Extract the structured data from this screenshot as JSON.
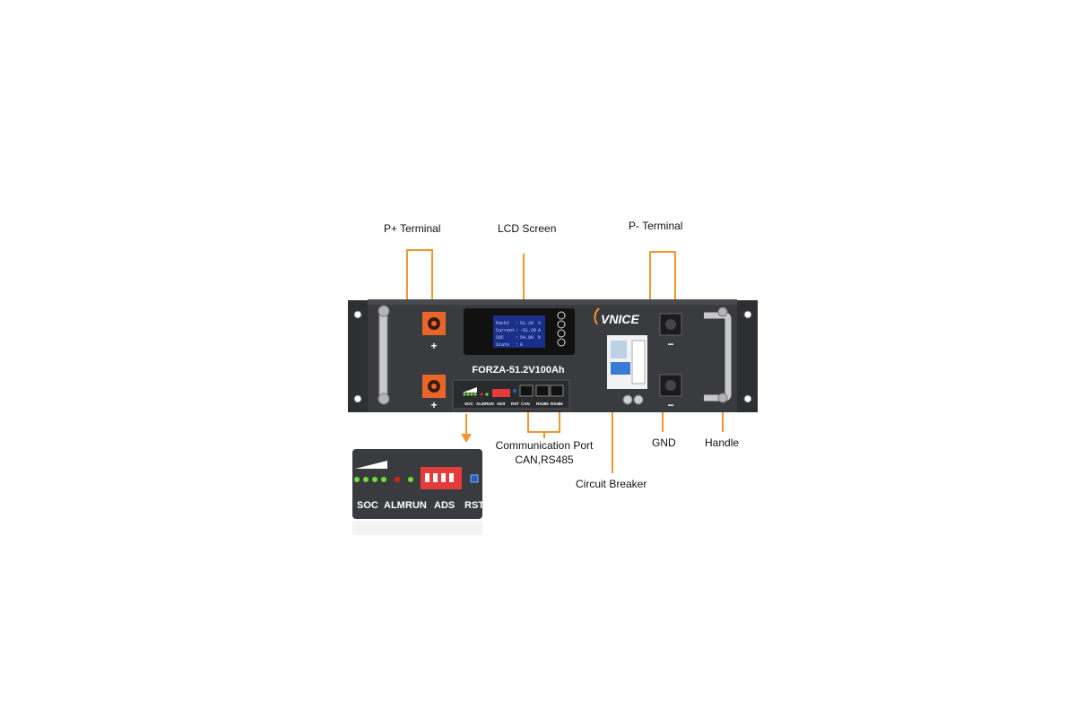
{
  "callouts": {
    "p_plus": "P+ Terminal",
    "lcd": "LCD Screen",
    "p_minus": "P- Terminal",
    "comm_line1": "Communication Port",
    "comm_line2": "CAN,RS485",
    "gnd": "GND",
    "handle": "Handle",
    "breaker": "Circuit Breaker"
  },
  "panel": {
    "brand": "VNICE",
    "model": "FORZA-51.2V100Ah",
    "plus_sign": "+",
    "minus_sign": "−",
    "port_labels": [
      "SOC",
      "ALM",
      "RUN",
      "ADS",
      "RST",
      "CAN",
      "RS485",
      "RS485"
    ],
    "lcd_rows": [
      [
        "PackV",
        ":",
        "51.20",
        "V"
      ],
      [
        "Current",
        ":",
        "-51.20",
        "A"
      ],
      [
        "SOC",
        ":",
        "54.00",
        "%"
      ],
      [
        "Stats",
        ":",
        "0",
        ""
      ]
    ]
  },
  "zoom": {
    "labels": [
      "SOC",
      "ALM",
      "RUN",
      "ADS",
      "RST"
    ]
  },
  "colors": {
    "accent": "#f0962a",
    "chassis": "#3a3b3f",
    "terminal_orange": "#e8662a",
    "led_green": "#6fdc3a",
    "led_red": "#e02020",
    "dip_red": "#e53b3b"
  }
}
